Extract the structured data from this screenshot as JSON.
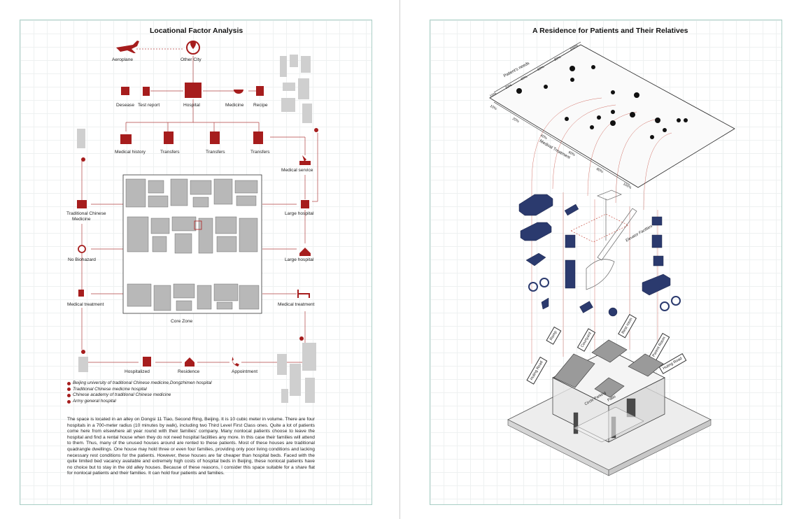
{
  "left": {
    "title": "Locational Factor Analysis",
    "nodes": {
      "aeroplane": "Aeroplane",
      "other_city": "Other City",
      "desease": "Desease",
      "test_report": "Test report",
      "hospital": "Hospital",
      "medicine": "Medicine",
      "recipe": "Recipe",
      "medical_history": "Medical history",
      "transfers_1": "Transfers",
      "transfers_2": "Transfers",
      "transfers_3": "Transfers",
      "medical_service": "Medical service",
      "tcm_line1": "Traditional Chinese",
      "tcm_line2": "Medicine",
      "large_hospital_1": "Large hospital",
      "no_biohazard": "No Biohazard",
      "large_hospital_2": "Large hospital",
      "medical_treatment_left": "Medical treatment",
      "medical_treatment_right": "Medical treatment",
      "core_zone": "Core Zone",
      "hospitalized": "Hospitalized",
      "residence": "Residence",
      "appointment": "Appointment"
    },
    "legend": [
      "Beijing university of traditional Chinese medicine,Dongzhimen hospital",
      "Traditional Chinese medicine hospital",
      "Chinese academy of traditional Chinese medicine",
      "Army general hospital"
    ],
    "paragraph": "The space is located in an alley on Dongsi 11 Tiao, Second Ring, Beijing. It is 10 cubic meter in volume. There are four hospitals in a 700-meter radius (10 minutes by walk), including two Third Level First Class ones. Quite a lot of patients come here from elsewhere all year round with their families' company. Many nonlocal patients choose to leave the hospital and find a rental house when they do not need hospital facilities any more. In this case their families will attend to them. Thus, many of the unused houses around are rented to these patients. Most of these houses are traditional quadrangle dwellings. One house may hold three or even four families, providing only poor living conditions and lacking necessary rest conditions for the patients. However, these houses are far cheaper than hospital beds. Faced with the quite limited bed vacancy available and extremely high costs of hospital beds in Beijing, these nonlocal patients have no choice but to stay in the old alley houses. Because of these reasons, I consider this space suitable for a share flat for nonlocal patients and their families. It can hold four patients and families."
  },
  "right": {
    "title": "A Residence for Patients and Their Relatives",
    "axis_patients_needs": "Patient's needs",
    "axis_medical_treatment": "Medical Treatment",
    "pct_top": [
      "10%",
      "20%",
      "40%",
      "60%",
      "80%",
      "100%"
    ],
    "pct_side": [
      "10%",
      "20%",
      "40%",
      "60%",
      "80%",
      "100%"
    ],
    "tags": {
      "ramp": "Ramp",
      "courtyard": "Courtyard",
      "rest_room": "Rest room",
      "parent_room": "Parent Room",
      "huting_road_left": "Huting Road",
      "huting_road_right": "Huting Road",
      "circle_parking": "Circle Parking",
      "elevator": "Elevator Facilities",
      "patio": "Patio"
    },
    "accent_color": "#a61d1d",
    "object_color": "#2b3a6e"
  }
}
